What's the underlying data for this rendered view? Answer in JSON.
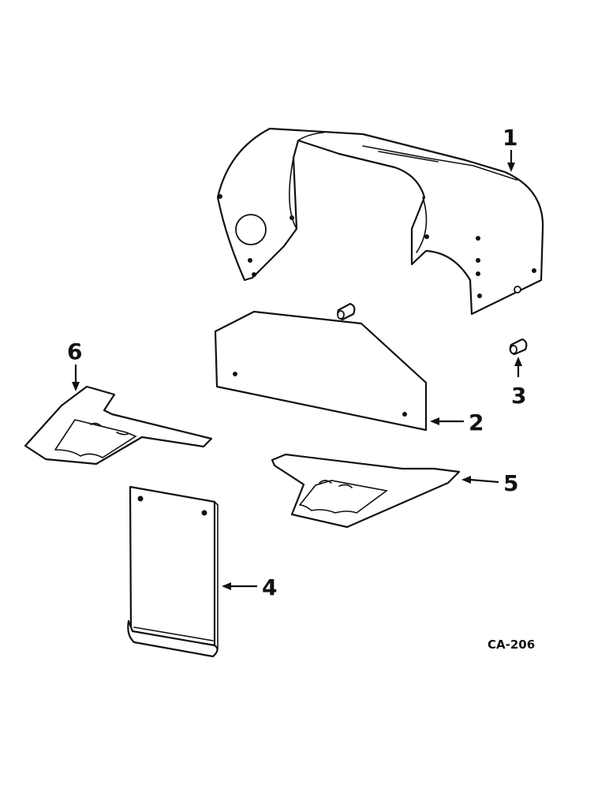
{
  "callouts": {
    "c1": "1",
    "c2": "2",
    "c3": "3",
    "c4": "4",
    "c5": "5",
    "c6": "6"
  },
  "diagram_code": "CA-206",
  "colors": {
    "ink": "#111111",
    "paper": "#ffffff"
  }
}
